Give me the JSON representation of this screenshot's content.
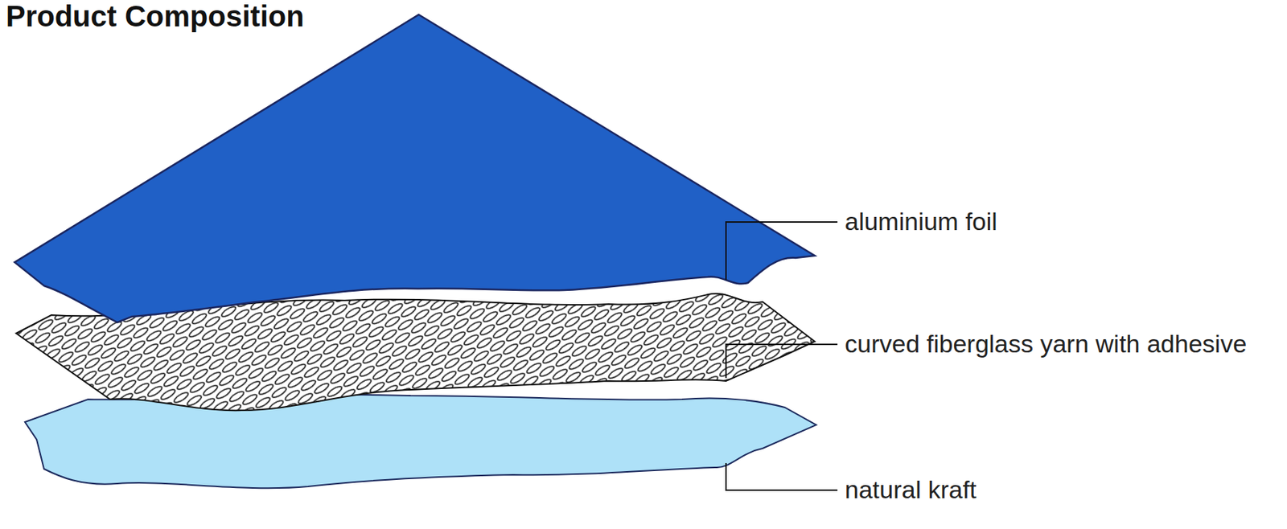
{
  "diagram": {
    "title": "Product Composition",
    "labels": [
      "aluminium foil",
      "curved fiberglass yarn with adhesive",
      "natural kraft"
    ]
  }
}
